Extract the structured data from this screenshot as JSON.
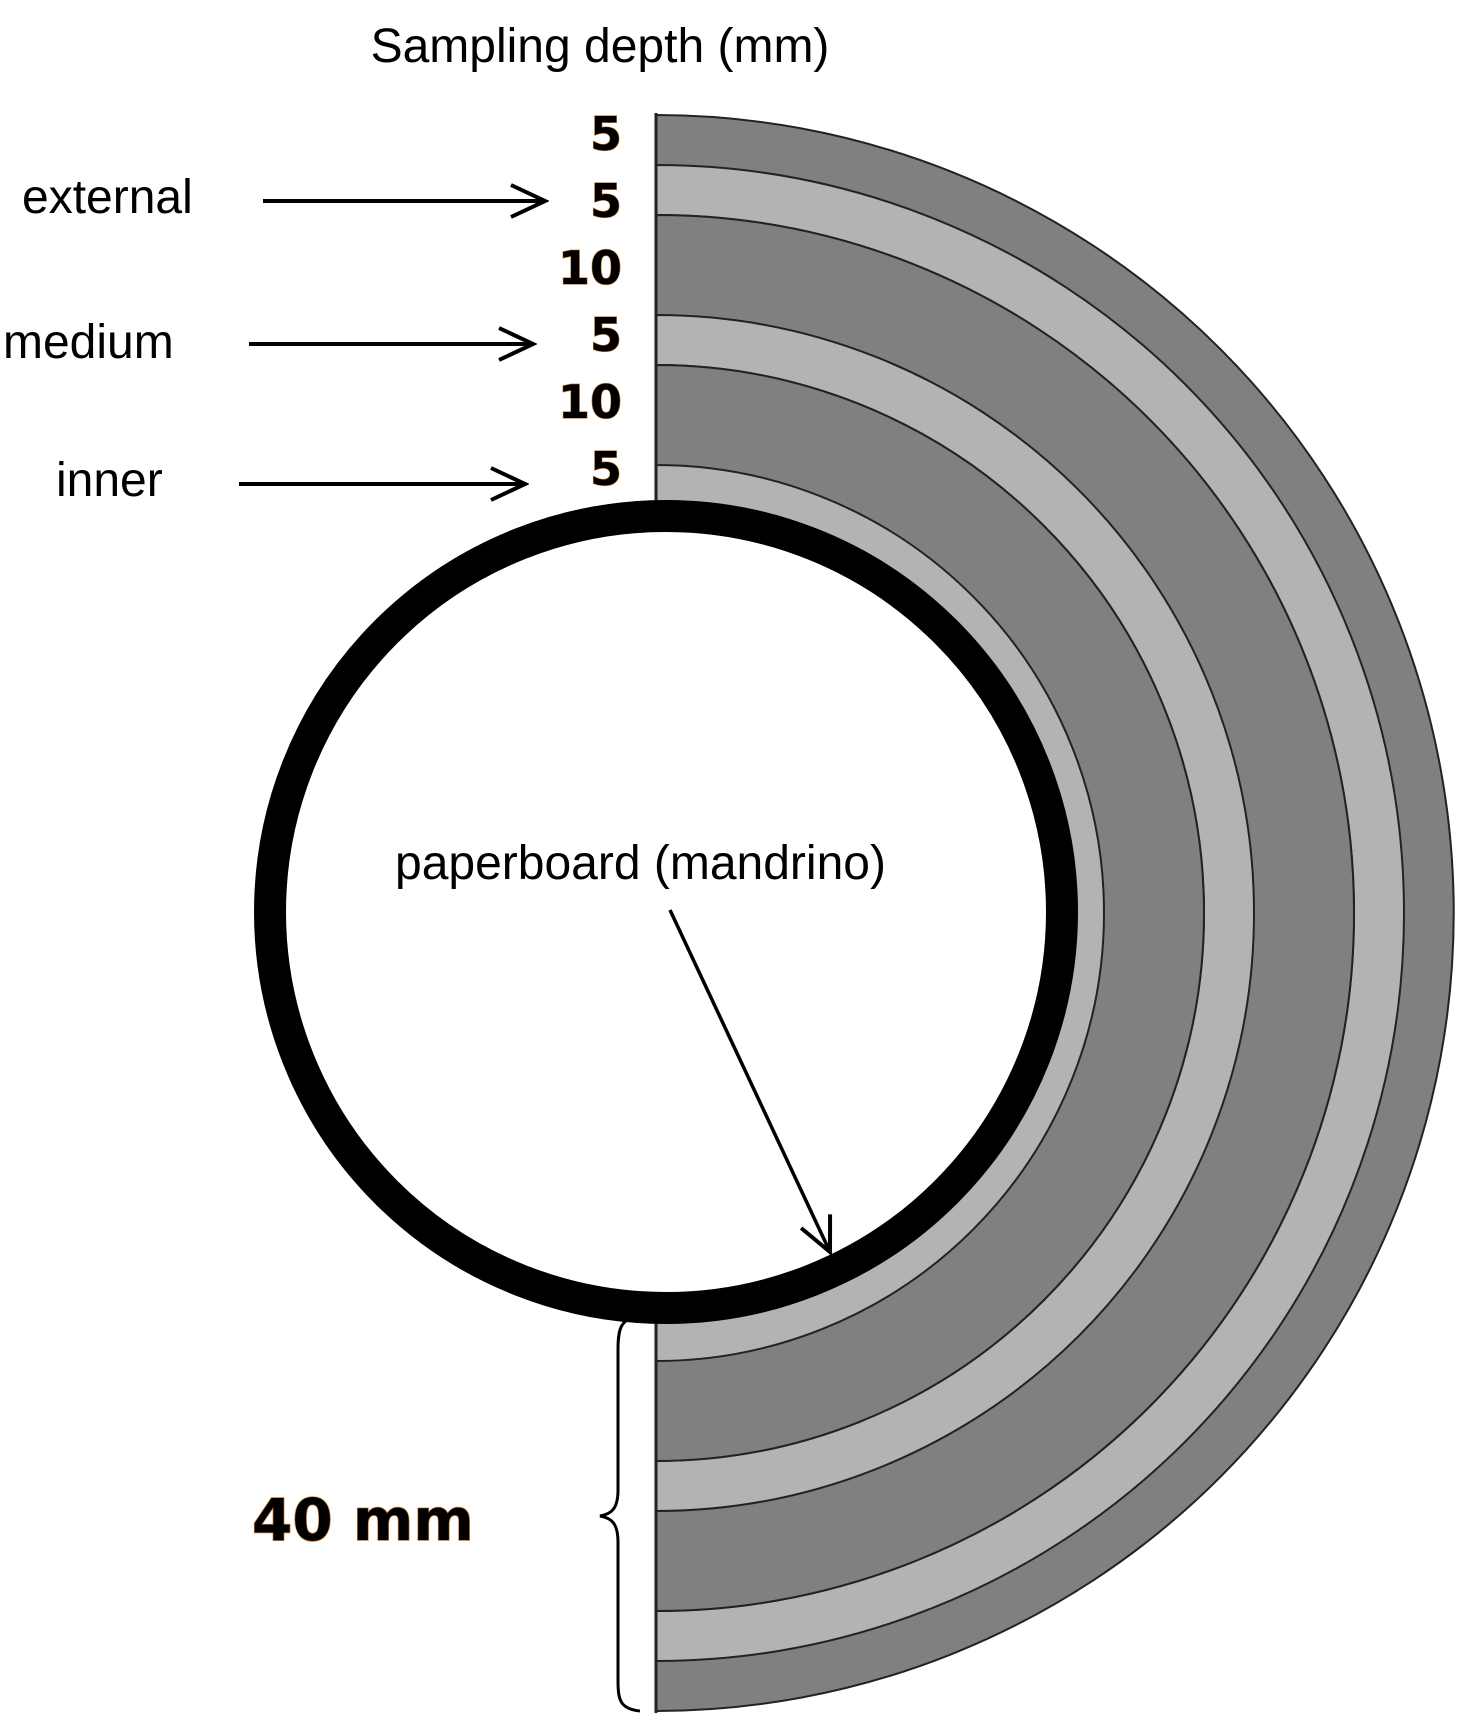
{
  "title": "Sampling depth (mm)",
  "depths": [
    "5",
    "5",
    "10",
    "5",
    "10",
    "5"
  ],
  "sampling_labels": {
    "external": "external",
    "medium": "medium",
    "inner": "inner"
  },
  "core_label": "paperboard (mandrino)",
  "thickness_label": "40 mm",
  "colors": {
    "dark_layer": "#808080",
    "light_layer": "#b3b3b3",
    "core_ring": "#000000",
    "number_outline": "#c77a2a"
  }
}
